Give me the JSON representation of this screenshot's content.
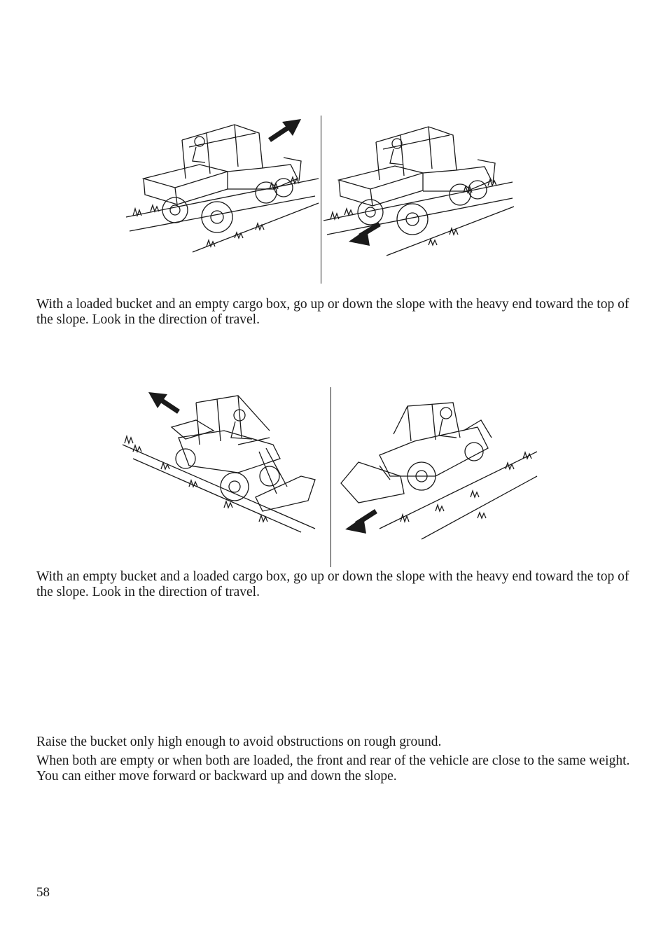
{
  "page": {
    "number": "58"
  },
  "figures": {
    "top_left": {
      "vehicle": "utility-vehicle-with-loader-bucket",
      "direction_arrow": "arrow-up-right-icon"
    },
    "top_right": {
      "vehicle": "utility-vehicle-with-loader-bucket",
      "direction_arrow": "arrow-down-left-icon"
    },
    "bottom_left": {
      "vehicle": "utility-vehicle-with-loader-bucket",
      "direction_arrow": "arrow-up-left-icon"
    },
    "bottom_right": {
      "vehicle": "utility-vehicle-with-loader-bucket",
      "direction_arrow": "arrow-down-left-icon"
    }
  },
  "paragraphs": {
    "loaded_bucket": "With a loaded bucket and an empty cargo box, go up or down the slope with the heavy end toward the top of the slope. Look in the direction of travel.",
    "empty_bucket": "With an empty bucket and a loaded cargo box, go up or down the slope with the heavy end toward the top of the slope. Look in the direction of travel.",
    "raise_bucket": "Raise the bucket only high enough to avoid obstructions on rough ground.",
    "both_same": "When both are empty or when both are loaded, the front and rear of the vehicle are close to the same weight. You can either move forward or backward up and down the slope."
  },
  "colors": {
    "ink": "#1a1a1a",
    "background": "#ffffff"
  }
}
